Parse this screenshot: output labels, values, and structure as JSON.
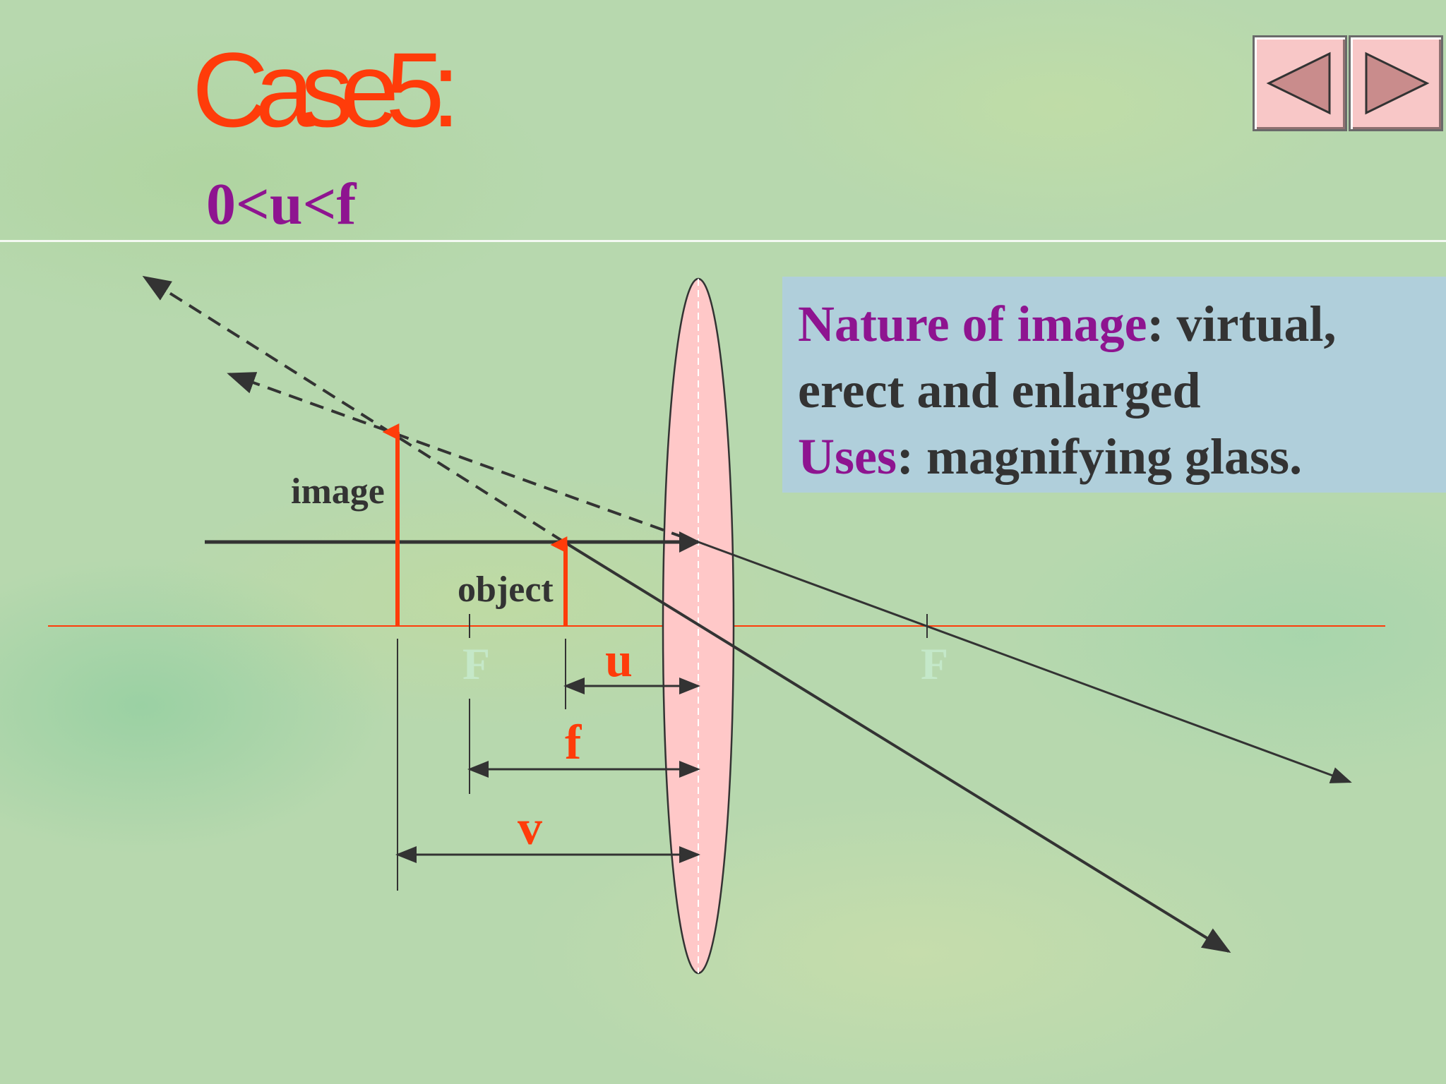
{
  "slide": {
    "title": "Case5:",
    "subtitle": "0<u<f"
  },
  "navigation": {
    "prev_icon": "triangle-left-icon",
    "next_icon": "triangle-right-icon"
  },
  "info_box": {
    "nature_label": "Nature of image",
    "nature_value": ": virtual,",
    "nature_value_cont": "erect and enlarged",
    "uses_label": "Uses",
    "uses_value": ": magnifying glass."
  },
  "diagram": {
    "labels": {
      "image": "image",
      "object": "object",
      "focal_left": "F",
      "focal_right": "F",
      "u": "u",
      "f": "f",
      "v": "v"
    },
    "colors": {
      "axis": "#ff3c0a",
      "arrow_red": "#ff3c0a",
      "lens_fill": "#ffc8c8",
      "ray": "#333333",
      "title": "#ff3c0a",
      "purple": "#8e1490",
      "info_bg": "#afcde1"
    }
  }
}
